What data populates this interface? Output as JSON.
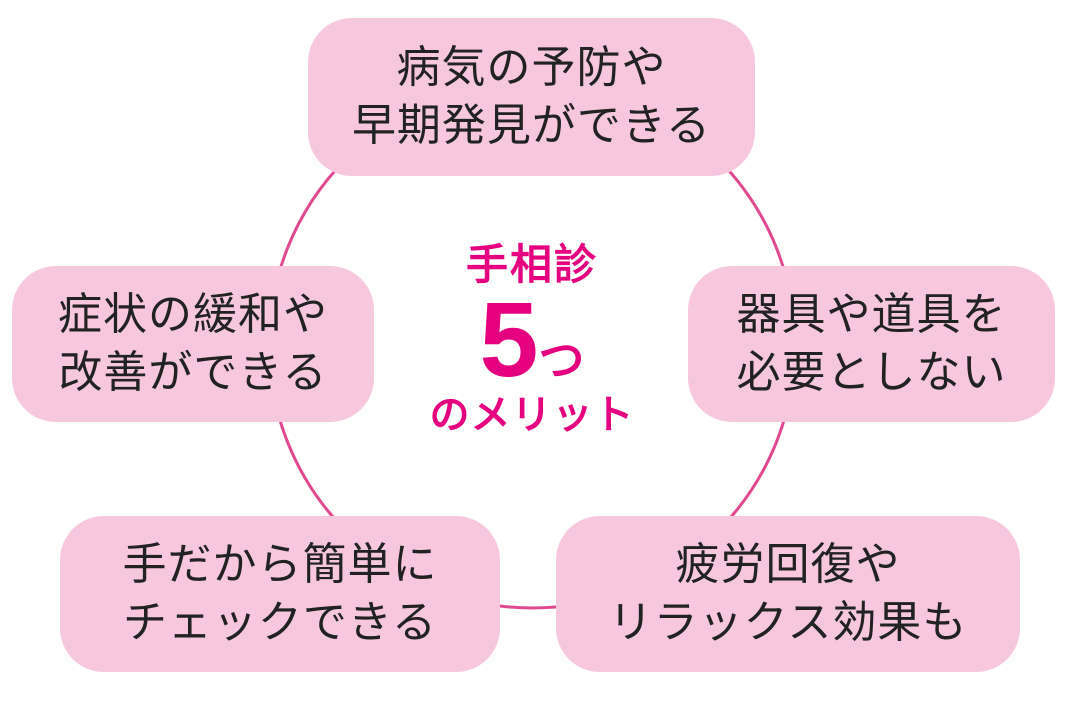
{
  "center": {
    "title": "手相診",
    "number": "5",
    "counter": "つ",
    "subtitle": "のメリット"
  },
  "benefits": [
    {
      "line1": "病気の予防や",
      "line2": "早期発見ができる"
    },
    {
      "line1": "器具や道具を",
      "line2": "必要としない"
    },
    {
      "line1": "疲労回復や",
      "line2": "リラックス効果も"
    },
    {
      "line1": "手だから簡単に",
      "line2": "チェックできる"
    },
    {
      "line1": "症状の緩和や",
      "line2": "改善ができる"
    }
  ],
  "colors": {
    "box_fill": "#f7c7de",
    "circle_stroke": "#e0488f",
    "accent": "#e4007f",
    "text": "#222222"
  }
}
